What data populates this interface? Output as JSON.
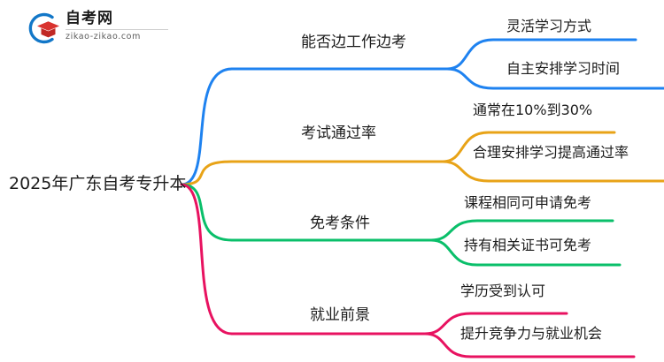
{
  "logo": {
    "mark_icon": "graduation-cap-arc-logo",
    "title": "自考网",
    "subtitle": "zikao-zikao.com",
    "arc_color": "#1277C8",
    "cap_color": "#D9322E"
  },
  "mindmap": {
    "root": {
      "label": "2025年广东自考专升本"
    },
    "branches": [
      {
        "label": "能否边工作边考",
        "color": "#1E82F0",
        "children": [
          {
            "label": "灵活学习方式"
          },
          {
            "label": "自主安排学习时间"
          }
        ]
      },
      {
        "label": "考试通过率",
        "color": "#E8A317",
        "children": [
          {
            "label": "通常在10%到30%"
          },
          {
            "label": "合理安排学习提高通过率"
          }
        ]
      },
      {
        "label": "免考条件",
        "color": "#0ABF6A",
        "children": [
          {
            "label": "课程相同可申请免考"
          },
          {
            "label": "持有相关证书可免考"
          }
        ]
      },
      {
        "label": "就业前景",
        "color": "#E81260",
        "children": [
          {
            "label": "学历受到认可"
          },
          {
            "label": "提升竞争力与就业机会"
          }
        ]
      }
    ]
  }
}
